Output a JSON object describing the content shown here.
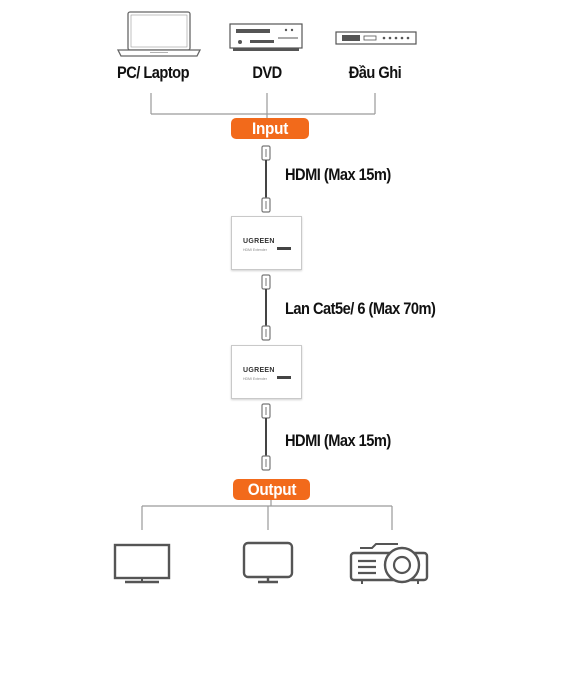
{
  "sources": [
    {
      "label": "PC/ Laptop",
      "icon": "laptop-icon"
    },
    {
      "label": "DVD",
      "icon": "dvd-player-icon"
    },
    {
      "label": "Đầu Ghi",
      "icon": "recorder-icon"
    }
  ],
  "input_badge": "Input",
  "output_badge": "Output",
  "cable_top": "HDMI (Max 15m)",
  "cable_middle": "Lan Cat5e/ 6 (Max 70m)",
  "cable_bottom": "HDMI (Max 15m)",
  "extender_brand": "UGREEN",
  "extender_model": "HDMI Extender",
  "outputs": [
    {
      "icon": "tv-icon"
    },
    {
      "icon": "monitor-icon"
    },
    {
      "icon": "projector-icon"
    }
  ],
  "colors": {
    "accent": "#f26a1b",
    "line": "#9a9a9a",
    "icon": "#555555"
  }
}
